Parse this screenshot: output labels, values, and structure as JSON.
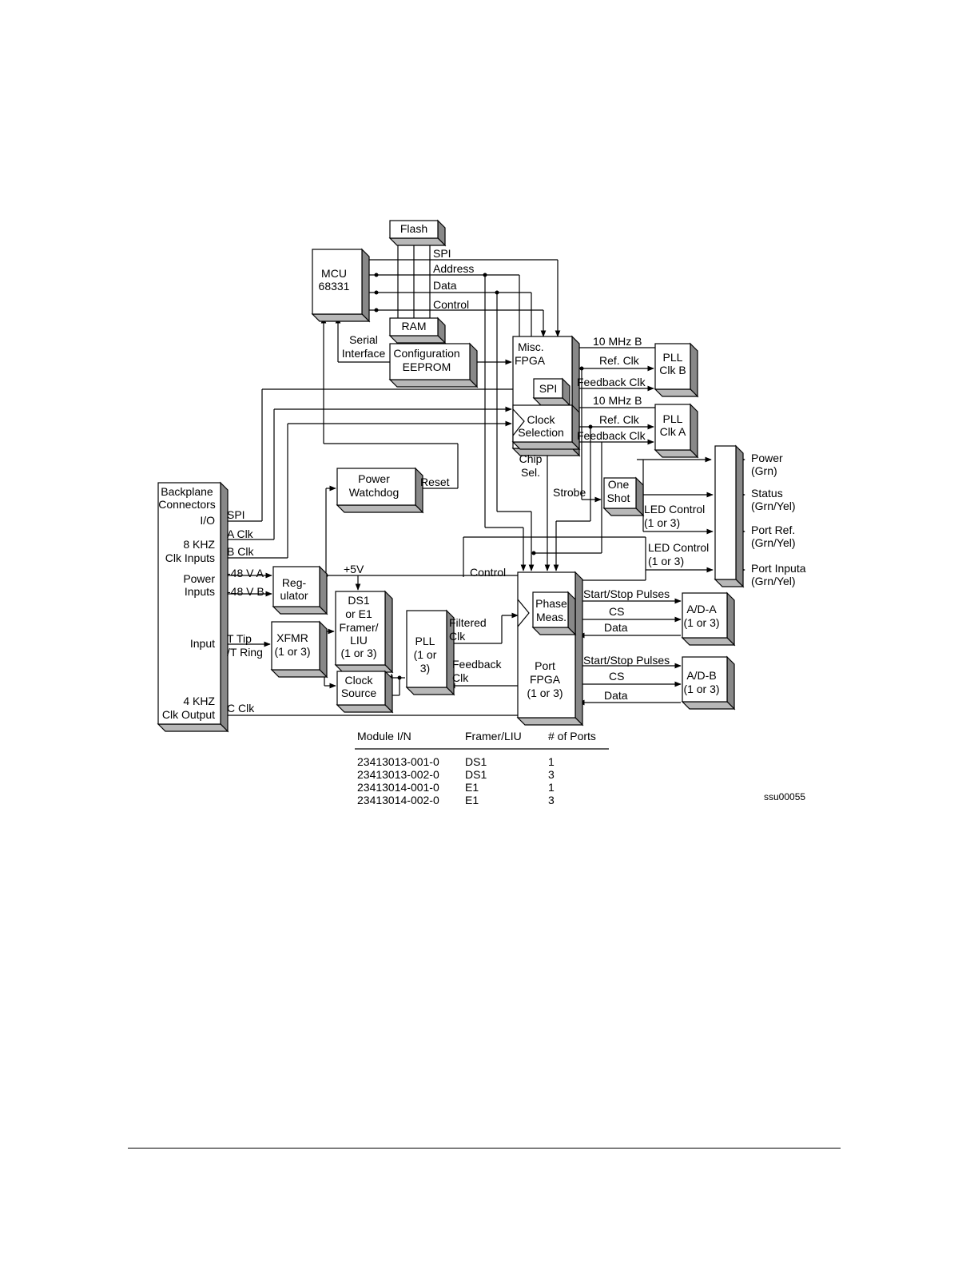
{
  "blocks": {
    "flash": "Flash",
    "mcu": [
      "MCU",
      "68331"
    ],
    "ram": "RAM",
    "config_eeprom": [
      "Configuration",
      "EEPROM"
    ],
    "misc_fpga": [
      "Misc.",
      "FPGA"
    ],
    "spi": "SPI",
    "clock_selection": [
      "Clock",
      "Selection"
    ],
    "pll_b": [
      "PLL",
      "Clk B"
    ],
    "pll_a": [
      "PLL",
      "Clk A"
    ],
    "power_watchdog": [
      "Power",
      "Watchdog"
    ],
    "backplane": [
      "Backplane",
      "Connectors"
    ],
    "regulator": [
      "Reg-",
      "ulator"
    ],
    "xfmr": [
      "XFMR",
      "(1 or 3)"
    ],
    "framer": [
      "DS1",
      "or E1",
      "Framer/",
      "LIU",
      "(1 or 3)"
    ],
    "clock_source": [
      "Clock",
      "Source"
    ],
    "pll_port": [
      "PLL",
      "(1 or",
      "3)"
    ],
    "phase_meas": [
      "Phase",
      "Meas."
    ],
    "port_fpga": [
      "Port",
      "FPGA",
      "(1 or 3)"
    ],
    "one_shot": [
      "One",
      "Shot"
    ],
    "adc_a": [
      "A/D-A",
      "(1 or 3)"
    ],
    "adc_b": [
      "A/D-B",
      "(1 or 3)"
    ]
  },
  "signals": {
    "spi": "SPI",
    "address": "Address",
    "data": "Data",
    "control": "Control",
    "serial": [
      "Serial",
      "Interface"
    ],
    "10mhz_b_1": "10 MHz B",
    "ref_clk_1": "Ref. Clk",
    "feedback_clk_1": "Feedback Clk",
    "10mhz_b_2": "10 MHz B",
    "ref_clk_2": "Ref. Clk",
    "feedback_clk_2": "Feedback Clk",
    "chip_sel": [
      "Chip",
      "Sel."
    ],
    "strobe": "Strobe",
    "reset": "Reset",
    "plus5v": "+5V",
    "control_low": "Control",
    "led_control_1": [
      "LED Control",
      "(1 or 3)"
    ],
    "led_control_2": [
      "LED Control",
      "(1 or 3)"
    ],
    "filtered_clk": [
      "Filtered",
      "Clk"
    ],
    "feedback_clk_port": [
      "Feedback",
      "Clk"
    ],
    "start_stop_a": "Start/Stop Pulses",
    "cs_a": "CS",
    "data_a": "Data",
    "start_stop_b": "Start/Stop Pulses",
    "cs_b": "CS",
    "data_b": "Data",
    "c_clk": "C Clk"
  },
  "backplane_pins": {
    "io": "I/O",
    "spi": "SPI",
    "khz8": [
      "8 KHZ",
      "Clk Inputs"
    ],
    "a_clk": "A Clk",
    "b_clk": "B Clk",
    "power": [
      "Power",
      "Inputs"
    ],
    "v48a": "-48 V A",
    "v48b": "-48 V B",
    "input": "Input",
    "t_tip": "T Tip",
    "t_ring": "/T Ring",
    "khz4": [
      "4 KHZ",
      "Clk Output"
    ]
  },
  "outputs": {
    "power": [
      "Power",
      "(Grn)"
    ],
    "status": [
      "Status",
      "(Grn/Yel)"
    ],
    "port_ref": [
      "Port Ref.",
      "(Grn/Yel)"
    ],
    "port_input": [
      "Port Inputa",
      "(Grn/Yel)"
    ]
  },
  "table": {
    "headers": [
      "Module I/N",
      "Framer/LIU",
      "# of Ports"
    ],
    "rows": [
      [
        "23413013-001-0",
        "DS1",
        "1"
      ],
      [
        "23413013-002-0",
        "DS1",
        "3"
      ],
      [
        "23413014-001-0",
        "E1",
        "1"
      ],
      [
        "23413014-002-0",
        "E1",
        "3"
      ]
    ]
  },
  "figure_id": "ssu00055"
}
